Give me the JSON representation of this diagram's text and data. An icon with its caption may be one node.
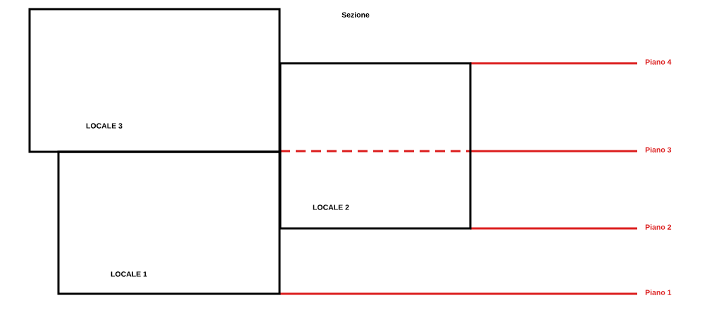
{
  "diagram": {
    "title": "Sezione",
    "nodes": [
      {
        "text": [
          "LOCALE 3"
        ]
      },
      {
        "text": [
          "LOCALE 2"
        ]
      },
      {
        "text": [
          "LOCALE 1"
        ]
      }
    ],
    "labels": [
      "Piano 4",
      "Piano 3",
      "Piano 2",
      "Piano 1"
    ]
  }
}
